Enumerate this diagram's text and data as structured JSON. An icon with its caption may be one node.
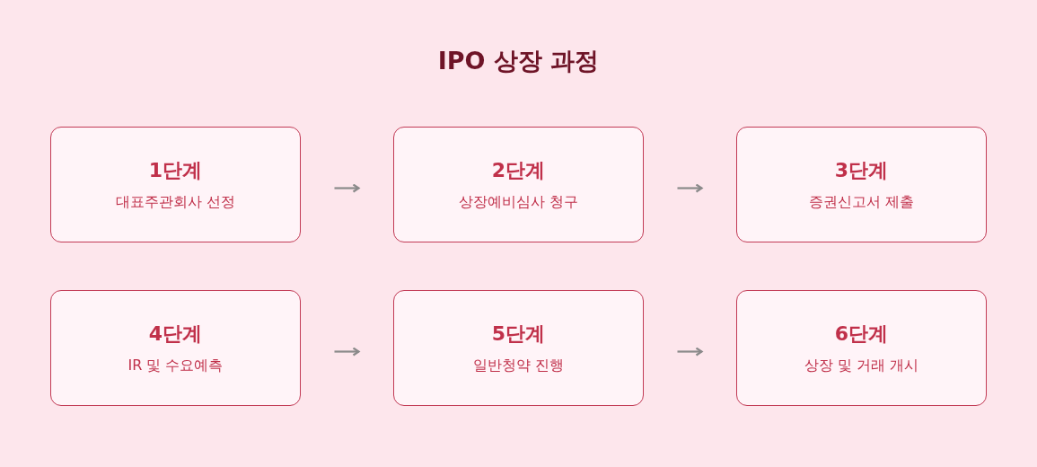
{
  "diagram": {
    "title": "IPO 상장 과정",
    "nodes": [
      {
        "text": [
          "1단계",
          "대표주관회사 선정"
        ]
      },
      {
        "text": [
          "2단계",
          "상장예비심사 청구"
        ]
      },
      {
        "text": [
          "3단계",
          "증권신고서 제출"
        ]
      },
      {
        "text": [
          "4단계",
          "IR 및 수요예측"
        ]
      },
      {
        "text": [
          "5단계",
          "일반청약 진행"
        ]
      },
      {
        "text": [
          "6단계",
          "상장 및 거래 개시"
        ]
      }
    ],
    "edges": [
      {
        "from": 0,
        "to": 1,
        "arrow": "to"
      },
      {
        "from": 1,
        "to": 2,
        "arrow": "to"
      },
      {
        "from": 3,
        "to": 4,
        "arrow": "to"
      },
      {
        "from": 4,
        "to": 5,
        "arrow": "to"
      }
    ]
  }
}
